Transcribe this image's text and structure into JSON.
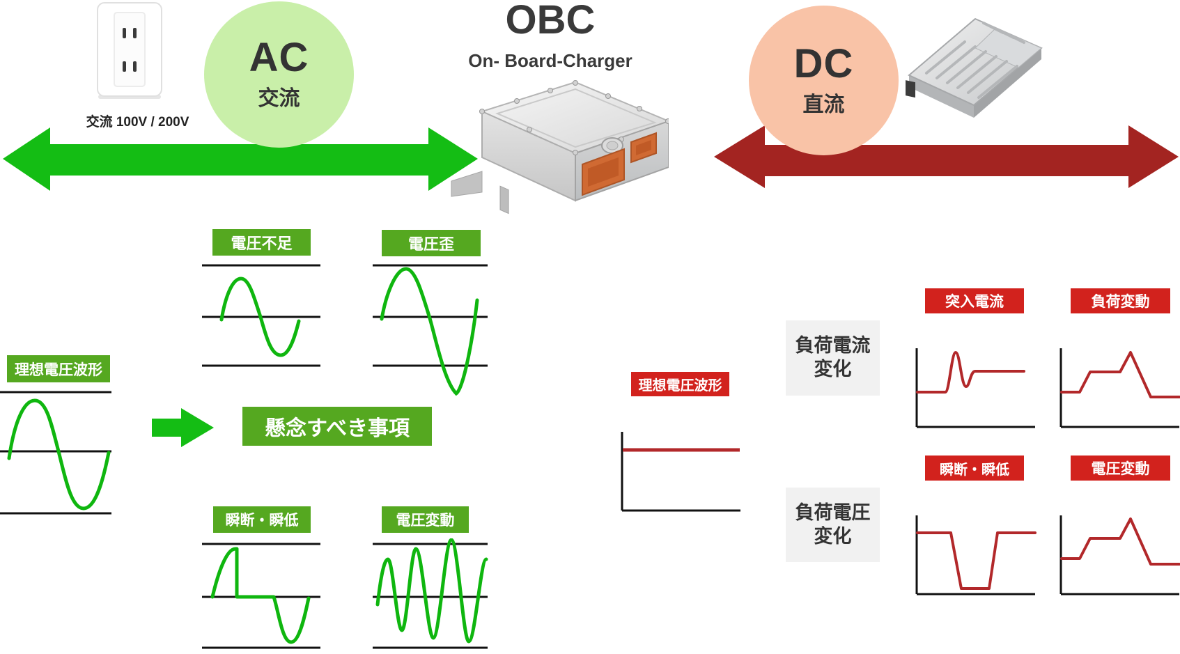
{
  "colors": {
    "green_arrow": "#14bd14",
    "green_wave": "#0fb60f",
    "green_label_bg": "#55a820",
    "ac_circle_bg": "#c9efa9",
    "red_arrow": "#a32421",
    "red_label_bg": "#d2221d",
    "red_wave": "#b2282a",
    "dc_circle_bg": "#f9c3a7",
    "white_box_bg": "#f1f1f1",
    "axis_line": "#111111",
    "text_dark": "#333333"
  },
  "header": {
    "obc_title": "OBC",
    "obc_subtitle": "On- Board-Charger",
    "ac_title": "AC",
    "ac_subtitle": "交流",
    "dc_title": "DC",
    "dc_subtitle": "直流",
    "outlet_caption": "交流 100V / 200V"
  },
  "ac_side": {
    "ideal_label": "理想電圧波形",
    "concern_box": "懸念すべき事項",
    "issue_undervoltage": "電圧不足",
    "issue_distortion": "電圧歪",
    "issue_interruption": "瞬断・瞬低",
    "issue_fluctuation": "電圧変動"
  },
  "dc_side": {
    "ideal_label": "理想電圧波形",
    "load_current_line1": "負荷電流",
    "load_current_line2": "変化",
    "load_voltage_line1": "負荷電圧",
    "load_voltage_line2": "変化",
    "issue_inrush": "突入電流",
    "issue_load_fluctuation": "負荷変動",
    "issue_interruption": "瞬断・瞬低",
    "issue_voltage_fluctuation": "電圧変動"
  }
}
